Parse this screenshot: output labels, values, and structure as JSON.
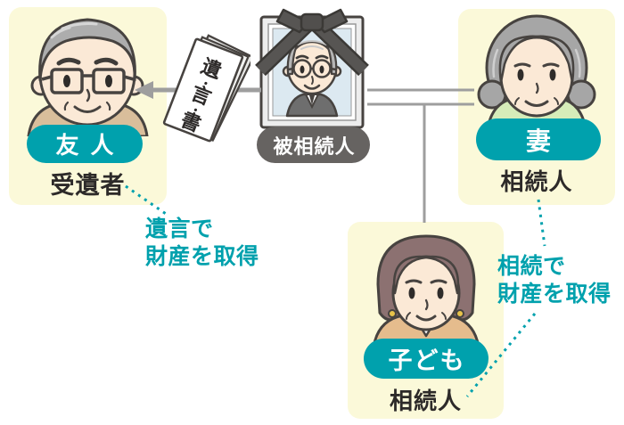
{
  "palette": {
    "teal": "#00A1AD",
    "box_yellow": "#FBF9D9",
    "decedent_pill_gray": "#666361",
    "connector_gray": "#9E9E9E",
    "label_ink": "#2D2A29"
  },
  "friend": {
    "badge": "友 人",
    "role": "受遺者"
  },
  "decedent": {
    "badge": "被相続人"
  },
  "wife": {
    "badge": "妻",
    "role": "相続人"
  },
  "child": {
    "badge": "子ども",
    "role": "相続人"
  },
  "will": {
    "char1": "遺",
    "char2": "言",
    "char3": "書"
  },
  "notes": {
    "bequest_line1": "遺言で",
    "bequest_line2": "財産を取得",
    "inherit_line1": "相続で",
    "inherit_line2": "財産を取得"
  }
}
